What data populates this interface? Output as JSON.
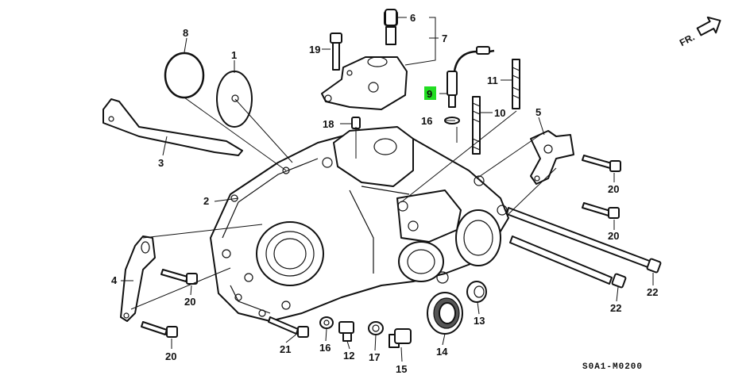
{
  "diagram": {
    "callouts": [
      {
        "id": "p1",
        "text": "1"
      },
      {
        "id": "p2",
        "text": "2"
      },
      {
        "id": "p3",
        "text": "3"
      },
      {
        "id": "p4",
        "text": "4"
      },
      {
        "id": "p5",
        "text": "5"
      },
      {
        "id": "p6",
        "text": "6"
      },
      {
        "id": "p7",
        "text": "7"
      },
      {
        "id": "p8",
        "text": "8"
      },
      {
        "id": "p9",
        "text": "9",
        "highlight": "#22dd22"
      },
      {
        "id": "p10",
        "text": "10"
      },
      {
        "id": "p11",
        "text": "11"
      },
      {
        "id": "p12",
        "text": "12"
      },
      {
        "id": "p13",
        "text": "13"
      },
      {
        "id": "p14",
        "text": "14"
      },
      {
        "id": "p15",
        "text": "15"
      },
      {
        "id": "p16",
        "text": "16"
      },
      {
        "id": "p16b",
        "text": "16"
      },
      {
        "id": "p17",
        "text": "17"
      },
      {
        "id": "p18",
        "text": "18"
      },
      {
        "id": "p19",
        "text": "19"
      },
      {
        "id": "p20a",
        "text": "20"
      },
      {
        "id": "p20b",
        "text": "20"
      },
      {
        "id": "p20c",
        "text": "20"
      },
      {
        "id": "p20d",
        "text": "20"
      },
      {
        "id": "p21",
        "text": "21"
      },
      {
        "id": "p22a",
        "text": "22"
      },
      {
        "id": "p22b",
        "text": "22"
      }
    ],
    "direction_label": "FR.",
    "diagram_code": "S0A1-M0200",
    "colors": {
      "line": "#111111",
      "highlight": "#22dd22"
    }
  }
}
